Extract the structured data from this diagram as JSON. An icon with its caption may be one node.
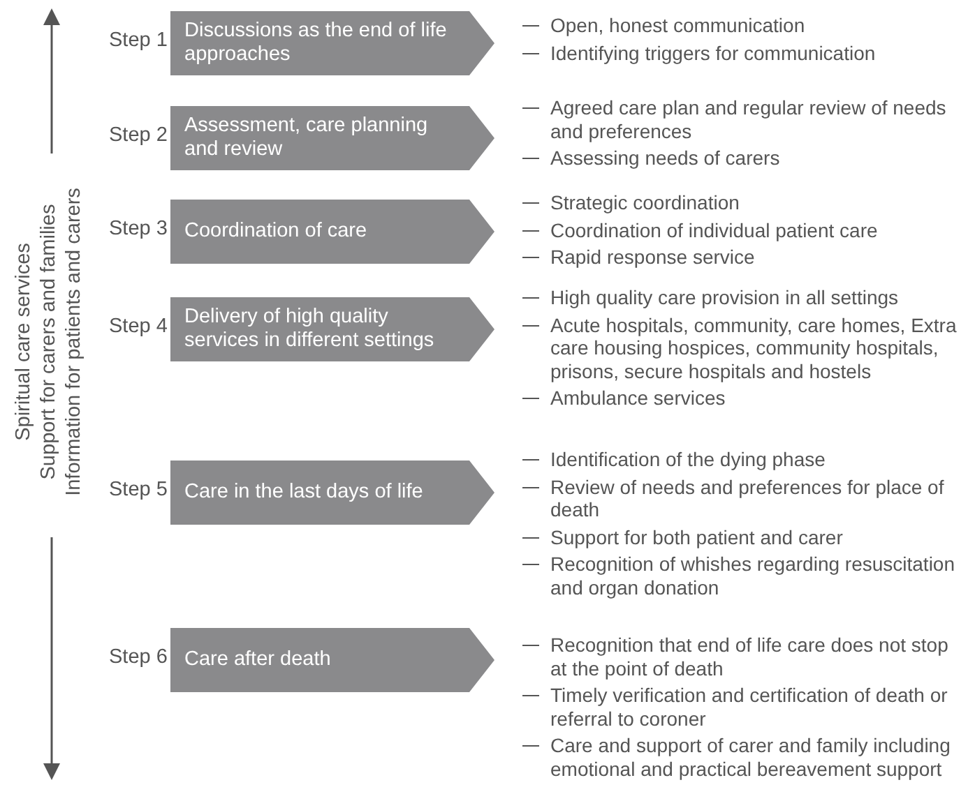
{
  "diagram": {
    "nodes": [
      {
        "text": [
          "Discussions as the end of life approaches"
        ],
        "beside": [
          "Step 1"
        ]
      },
      {
        "text": [
          "Assessment, care planning and review"
        ],
        "beside": [
          "Step 2"
        ]
      },
      {
        "text": [
          "Coordination of care"
        ],
        "beside": [
          "Step 3"
        ]
      },
      {
        "text": [
          "Delivery of high quality services in different settings"
        ],
        "beside": [
          "Step 4"
        ]
      },
      {
        "text": [
          "Care in the last days of life"
        ],
        "beside": [
          "Step 5"
        ]
      },
      {
        "text": [
          "Care after death"
        ],
        "beside": [
          "Step 6"
        ]
      }
    ],
    "edges": [],
    "labels": [
      "Spiritual care services",
      "Support for carers and families",
      "Information for patients and carers",
      "Open, honest communication",
      "Identifying triggers for communication",
      "Agreed care plan and regular review of needs and preferences",
      "Assessing needs of carers",
      "Strategic coordination",
      "Coordination of individual patient care",
      "Rapid response service",
      "High quality care provision in all settings",
      "Acute hospitals, community, care homes, Extra care housing hospices, community hospitals, prisons, secure hospitals and hostels",
      "Ambulance services",
      "Identification of the dying phase",
      "Review of needs and preferences for place of death",
      "Support for both patient and carer",
      "Recognition of whishes regarding resuscitation and organ donation",
      "Recognition that end of life care does not stop at the point of death",
      "Timely verification and certification of death or referral to coroner",
      "Care and support of carer and family including emotional and practical bereavement support"
    ]
  }
}
